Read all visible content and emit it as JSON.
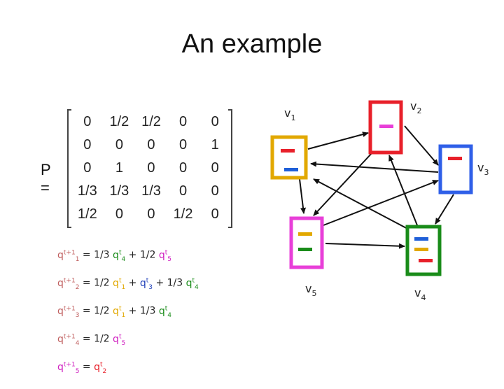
{
  "title": "An example",
  "matrix": {
    "label": "P =",
    "rows": [
      [
        "0",
        "1/2",
        "1/2",
        "0",
        "0"
      ],
      [
        "0",
        "0",
        "0",
        "0",
        "1"
      ],
      [
        "0",
        "1",
        "0",
        "0",
        "0"
      ],
      [
        "1/3",
        "1/3",
        "1/3",
        "0",
        "0"
      ],
      [
        "1/2",
        "0",
        "0",
        "1/2",
        "0"
      ]
    ]
  },
  "equations": [
    {
      "lhs": "q",
      "lhs_sup": "t+1",
      "lhs_sub": "1",
      "terms": [
        {
          "coef": "1/3",
          "sub": "4",
          "color": "#1a8c1a"
        },
        {
          "coef": "1/2",
          "sub": "5",
          "color": "#d020c0"
        }
      ]
    },
    {
      "lhs": "q",
      "lhs_sup": "t+1",
      "lhs_sub": "2",
      "terms": [
        {
          "coef": "1/2",
          "sub": "1",
          "color": "#e2a800"
        },
        {
          "coef": "",
          "sub": "3",
          "color": "#1f3fb8"
        },
        {
          "coef": "1/3",
          "sub": "4",
          "color": "#1a8c1a"
        }
      ]
    },
    {
      "lhs": "q",
      "lhs_sup": "t+1",
      "lhs_sub": "3",
      "terms": [
        {
          "coef": "1/2",
          "sub": "1",
          "color": "#e2a800"
        },
        {
          "coef": "1/3",
          "sub": "4",
          "color": "#1a8c1a"
        }
      ]
    },
    {
      "lhs": "q",
      "lhs_sup": "t+1",
      "lhs_sub": "4",
      "terms": [
        {
          "coef": "1/2",
          "sub": "5",
          "color": "#d020c0"
        }
      ]
    },
    {
      "lhs": "q",
      "lhs_sup": "t+1",
      "lhs_sub": "5",
      "terms": [
        {
          "coef": "",
          "sub": "2",
          "color": "#e8202a"
        }
      ]
    }
  ],
  "nodes": [
    {
      "id": "v1",
      "label": "v",
      "sub": "1",
      "color": "#e2a800"
    },
    {
      "id": "v2",
      "label": "v",
      "sub": "2",
      "color": "#e8202a"
    },
    {
      "id": "v3",
      "label": "v",
      "sub": "3",
      "color": "#2f5fe8"
    },
    {
      "id": "v4",
      "label": "v",
      "sub": "4",
      "color": "#1a8c1a"
    },
    {
      "id": "v5",
      "label": "v",
      "sub": "5",
      "color": "#e83fd8"
    }
  ]
}
